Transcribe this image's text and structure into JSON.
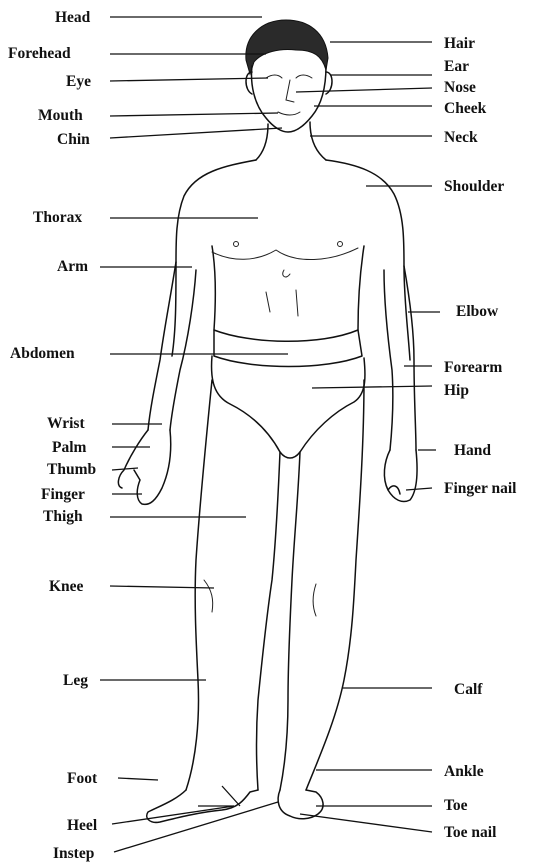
{
  "labels": {
    "head": "Head",
    "forehead": "Forehead",
    "eye": "Eye",
    "mouth": "Mouth",
    "chin": "Chin",
    "thorax": "Thorax",
    "arm": "Arm",
    "abdomen": "Abdomen",
    "wrist": "Wrist",
    "palm": "Palm",
    "thumb": "Thumb",
    "finger": "Finger",
    "thigh": "Thigh",
    "knee": "Knee",
    "leg": "Leg",
    "foot": "Foot",
    "heel": "Heel",
    "instep": "Instep",
    "hair": "Hair",
    "ear": "Ear",
    "nose": "Nose",
    "cheek": "Cheek",
    "neck": "Neck",
    "shoulder": "Shoulder",
    "elbow": "Elbow",
    "forearm": "Forearm",
    "hip": "Hip",
    "hand": "Hand",
    "finger_nail": "Finger nail",
    "calf": "Calf",
    "ankle": "Ankle",
    "toe": "Toe",
    "toe_nail": "Toe nail"
  },
  "colors": {
    "ink": "#111111",
    "background": "#ffffff",
    "hair_fill": "#2a2a2a"
  }
}
